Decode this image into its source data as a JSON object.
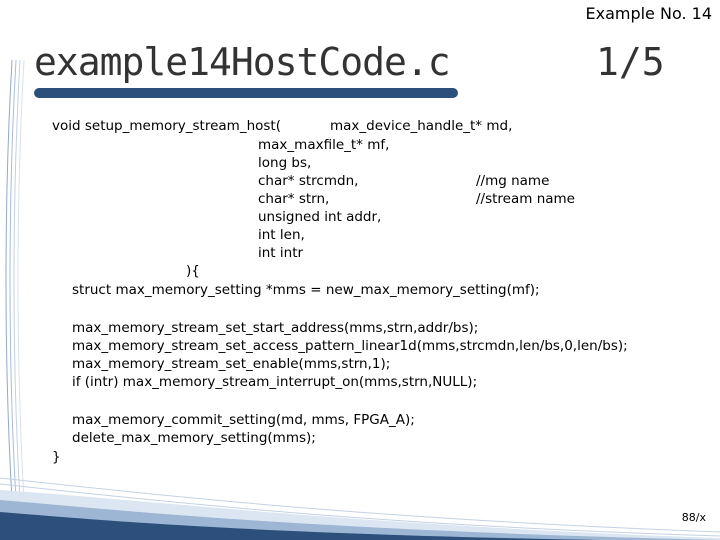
{
  "header": {
    "example_label": "Example No. 14",
    "title": "example14HostCode.c",
    "page_fraction": "1/5"
  },
  "code": {
    "l1a": "void setup_memory_stream_host(",
    "l1b": "max_device_handle_t* md,",
    "l2": "max_maxfile_t* mf,",
    "l3": "long bs,",
    "l4a": "char* strcmdn,",
    "l4b": "//mg name",
    "l5a": "char* strn,",
    "l5b": "//stream name",
    "l6": "unsigned int addr,",
    "l7": "int len,",
    "l8": "int intr",
    "l9": "){",
    "l10": "struct max_memory_setting *mms = new_max_memory_setting(mf);",
    "l11": "max_memory_stream_set_start_address(mms,strn,addr/bs);",
    "l12": "max_memory_stream_set_access_pattern_linear1d(mms,strcmdn,len/bs,0,len/bs);",
    "l13": "max_memory_stream_set_enable(mms,strn,1);",
    "l14": "if (intr) max_memory_stream_interrupt_on(mms,strn,NULL);",
    "l15": "max_memory_commit_setting(md, mms, FPGA_A);",
    "l16": "delete_max_memory_setting(mms);",
    "l17": "}"
  },
  "footer": {
    "slide_number": "88/x"
  },
  "colors": {
    "accent": "#2d4f7c",
    "deco_light": "#bfd0e6"
  }
}
